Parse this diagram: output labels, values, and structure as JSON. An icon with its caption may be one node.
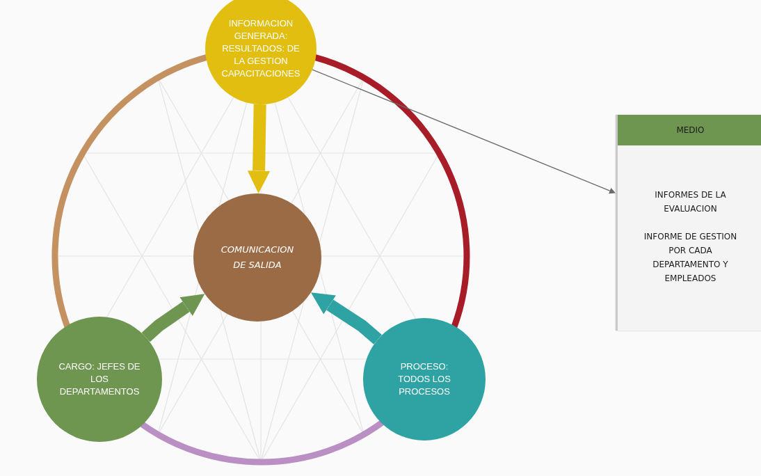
{
  "diagram": {
    "nodes": [
      {
        "text": [
          "INFORMACION GENERADA: RESULTADOS: DE LA GESTION CAPACITACIONES"
        ]
      },
      {
        "text": [
          "COMUNICACION DE SALIDA"
        ]
      },
      {
        "text": [
          "CARGO: JEFES DE LOS DEPARTAMENTOS"
        ]
      },
      {
        "text": [
          "PROCESO: TODOS LOS PROCESOS"
        ]
      },
      {
        "text": [
          "MEDIO",
          "INFORMES DE LA EVALUACION",
          "INFORME DE GESTION POR CADA DEPARTAMENTO Y EMPLEADOS"
        ]
      }
    ],
    "edges": [
      {
        "from": 0,
        "to": 1,
        "arrow": "to",
        "style": "thick",
        "color": "#e2be10"
      },
      {
        "from": 2,
        "to": 1,
        "arrow": "to",
        "style": "thick",
        "color": "#6e9650"
      },
      {
        "from": 3,
        "to": 1,
        "arrow": "to",
        "style": "thick",
        "color": "#2fa3a3"
      },
      {
        "from": 0,
        "to": 3,
        "arrow": "none",
        "color": "#a81c28"
      },
      {
        "from": 3,
        "to": 2,
        "arrow": "none",
        "color": "#b98fc4"
      },
      {
        "from": 2,
        "to": 0,
        "arrow": "none",
        "color": "#c49260"
      },
      {
        "from": 0,
        "to": 4,
        "arrow": "to",
        "color": "#6a6a6a"
      }
    ]
  }
}
